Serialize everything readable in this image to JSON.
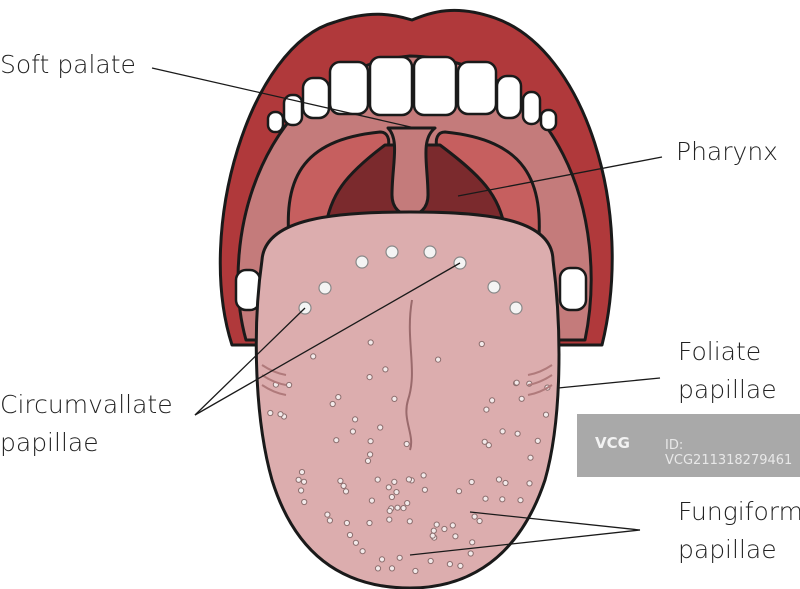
{
  "labels": {
    "soft_palate": "Soft palate",
    "pharynx": "Pharynx",
    "circumvallate": [
      "Circumvallate",
      "papillae"
    ],
    "foliate": [
      "Foliate",
      "papillae"
    ],
    "fungiform": [
      "Fungiform",
      "papillae"
    ]
  },
  "watermark": {
    "logo": "VCG",
    "id": "ID: VCG211318279461"
  },
  "colors": {
    "lips": "#b0393b",
    "palate": "#c47b7b",
    "arch": "#c65f5f",
    "pharynx": "#7b2a2d",
    "tongue": "#dcadae",
    "outline": "#1a1a1a"
  }
}
